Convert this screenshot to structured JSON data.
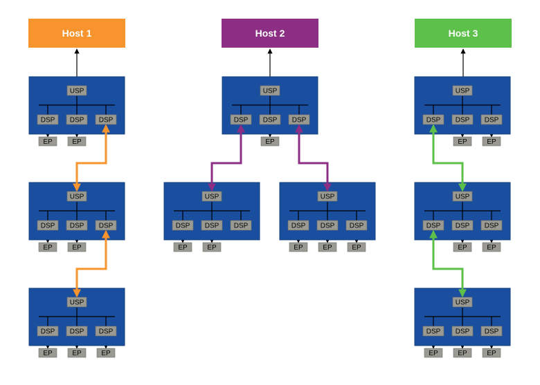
{
  "hosts": [
    {
      "label": "Host 1",
      "color": "#f7942d"
    },
    {
      "label": "Host 2",
      "color": "#8c2f84"
    },
    {
      "label": "Host 3",
      "color": "#5cc04a"
    }
  ],
  "port_labels": {
    "upstream": "USP",
    "downstream": "DSP",
    "endpoint": "EP"
  },
  "colors": {
    "switch": "#1a4e9e",
    "port": "#9a9a93",
    "link": "#000000"
  }
}
